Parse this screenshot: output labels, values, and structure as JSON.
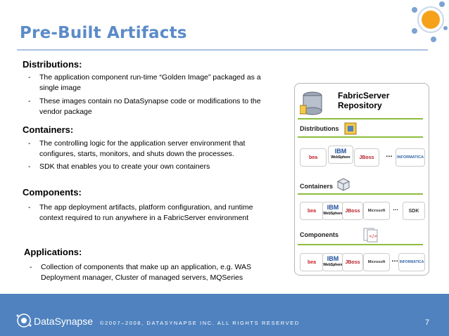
{
  "slide": {
    "title": "Pre-Built Artifacts",
    "sections": {
      "distributions": {
        "heading": "Distributions:",
        "bullets": [
          "The application component run-time “Golden Image” packaged as a single image",
          "These images contain no DataSynapse code or modifications to the vendor package"
        ]
      },
      "containers": {
        "heading": "Containers:",
        "bullets": [
          "The controlling logic for the application server environment that configures, starts, monitors, and shuts down the processes.",
          "SDK that enables you to create your own containers"
        ]
      },
      "components": {
        "heading": "Components:",
        "bullets": [
          "The app deployment artifacts, platform configuration, and runtime context required to run anywhere in a FabricServer environment"
        ]
      },
      "applications": {
        "heading": "Applications:",
        "bullets": [
          "Collection of components that make up an application, e.g. WAS Deployment manager, Cluster of managed servers, MQSeries"
        ]
      }
    },
    "bullet_dash": "-"
  },
  "repository": {
    "title_line1": "FabricServer",
    "title_line2": "Repository",
    "distributions_label": "Distributions",
    "containers_label": "Containers",
    "components_label": "Components",
    "ellipsis": "…",
    "vendors": {
      "bea": "bea",
      "ibm": "IBM",
      "websphere": "WebSphere",
      "jboss": "JBoss",
      "microsoft": "Microsoft",
      "informatica": "INFORMATICA",
      "sdk": "SDK"
    }
  },
  "footer": {
    "brand": "DataSynapse",
    "copyright": "©2007–2008, DATASYNAPSE INC. ALL RIGHTS RESERVED",
    "page_number": "7"
  },
  "colors": {
    "title": "#5b8bc9",
    "accent_green": "#8cbe3f",
    "footer_blue": "#4f82bf",
    "orange": "#f5a21a"
  }
}
